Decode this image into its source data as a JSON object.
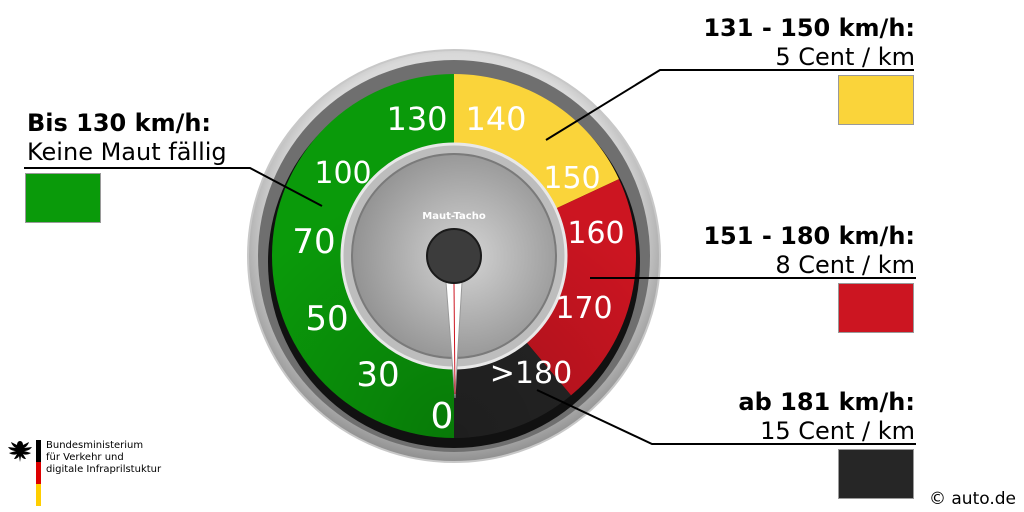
{
  "gauge": {
    "title": "Maut-Tacho",
    "speed_labels": [
      "0",
      "30",
      "50",
      "70",
      "100",
      "130",
      "140",
      "150",
      "160",
      "170",
      ">180"
    ],
    "zones": [
      {
        "from_label": "0",
        "to_label": "130",
        "color": "#0a9a0a"
      },
      {
        "from_label": "130",
        "to_label": "150",
        "color": "#fad43a"
      },
      {
        "from_label": "150",
        "to_label": "180",
        "color": "#cc1521"
      },
      {
        "from_label": ">180",
        "color": "#262626"
      }
    ]
  },
  "tiers": [
    {
      "range": "Bis 130 km/h:",
      "price": "Keine Maut fällig",
      "color": "#0a9a0a"
    },
    {
      "range": "131 - 150 km/h:",
      "price": "5 Cent / km",
      "color": "#fad43a"
    },
    {
      "range": "151 - 180 km/h:",
      "price": "8 Cent / km",
      "color": "#cc1521"
    },
    {
      "range": "ab 181 km/h:",
      "price": "15 Cent / km",
      "color": "#262626"
    }
  ],
  "ministry": {
    "lines": [
      "Bundesministerium",
      "für Verkehr und",
      "digitale Infraprilstuktur"
    ],
    "flag_colors": [
      "#000000",
      "#dd0000",
      "#ffce00"
    ]
  },
  "copyright": "© auto.de"
}
